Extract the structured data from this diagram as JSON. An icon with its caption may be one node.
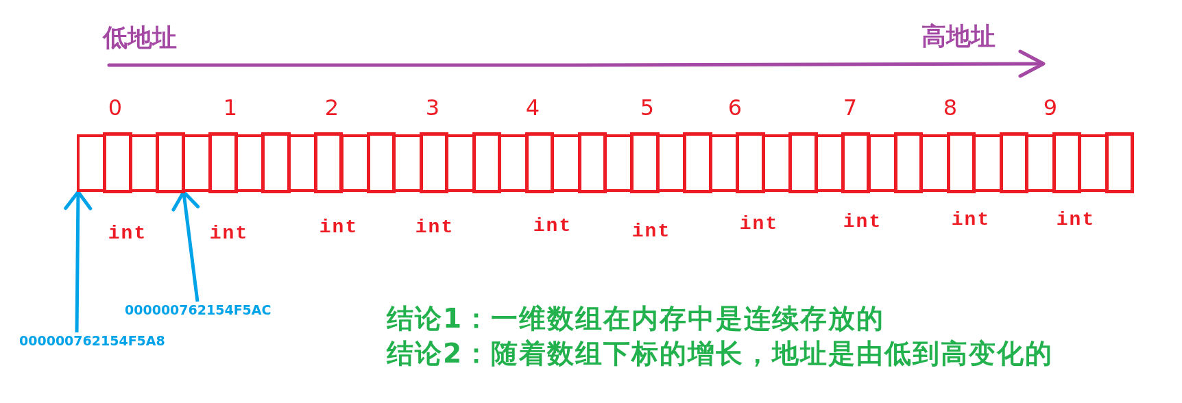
{
  "diagram": {
    "nodes": [
      {
        "text": [],
        "shape": "box"
      },
      {
        "text": [],
        "shape": "box"
      },
      {
        "text": [],
        "shape": "box"
      },
      {
        "text": [],
        "shape": "box"
      },
      {
        "text": [],
        "shape": "box"
      },
      {
        "text": [],
        "shape": "box"
      },
      {
        "text": [],
        "shape": "box"
      },
      {
        "text": [],
        "shape": "box"
      },
      {
        "text": [],
        "shape": "box"
      },
      {
        "text": [],
        "shape": "box"
      },
      {
        "text": [],
        "shape": "box"
      },
      {
        "text": [],
        "shape": "box"
      },
      {
        "text": [],
        "shape": "box"
      },
      {
        "text": [],
        "shape": "box"
      },
      {
        "text": [],
        "shape": "box"
      },
      {
        "text": [],
        "shape": "box"
      },
      {
        "text": [],
        "shape": "box"
      },
      {
        "text": [],
        "shape": "box"
      },
      {
        "text": [],
        "shape": "box"
      },
      {
        "text": [],
        "shape": "box"
      },
      {
        "text": [],
        "shape": "box"
      },
      {
        "text": [],
        "shape": "box"
      },
      {
        "text": [],
        "shape": "box"
      },
      {
        "text": [],
        "shape": "box"
      },
      {
        "text": [],
        "shape": "box"
      },
      {
        "text": [],
        "shape": "box"
      },
      {
        "text": [],
        "shape": "box"
      },
      {
        "text": [],
        "shape": "box"
      },
      {
        "text": [],
        "shape": "box"
      },
      {
        "text": [],
        "shape": "box"
      },
      {
        "text": [],
        "shape": "box"
      },
      {
        "text": [],
        "shape": "box"
      },
      {
        "text": [],
        "shape": "box"
      },
      {
        "text": [],
        "shape": "box"
      },
      {
        "text": [],
        "shape": "box"
      },
      {
        "text": [],
        "shape": "box"
      },
      {
        "text": [],
        "shape": "box"
      },
      {
        "text": [],
        "shape": "box"
      },
      {
        "text": [],
        "shape": "box"
      },
      {
        "text": [],
        "shape": "box"
      },
      {
        "text": [
          "000000762154F5A8"
        ]
      },
      {
        "text": [
          "000000762154F5AC"
        ]
      }
    ],
    "edges": [
      {
        "from": 40,
        "to": 0,
        "arrow": "to"
      },
      {
        "from": 41,
        "to": 4,
        "arrow": "to"
      }
    ],
    "labels": [
      "低地址",
      "高地址",
      "0",
      "1",
      "2",
      "3",
      "4",
      "5",
      "6",
      "7",
      "8",
      "9",
      "int",
      "int",
      "int",
      "int",
      "int",
      "int",
      "int",
      "int",
      "int",
      "int",
      "结论1：一维数组在内存中是连续存放的",
      "结论2：随着数组下标的增长，地址是由低到高变化的"
    ]
  }
}
